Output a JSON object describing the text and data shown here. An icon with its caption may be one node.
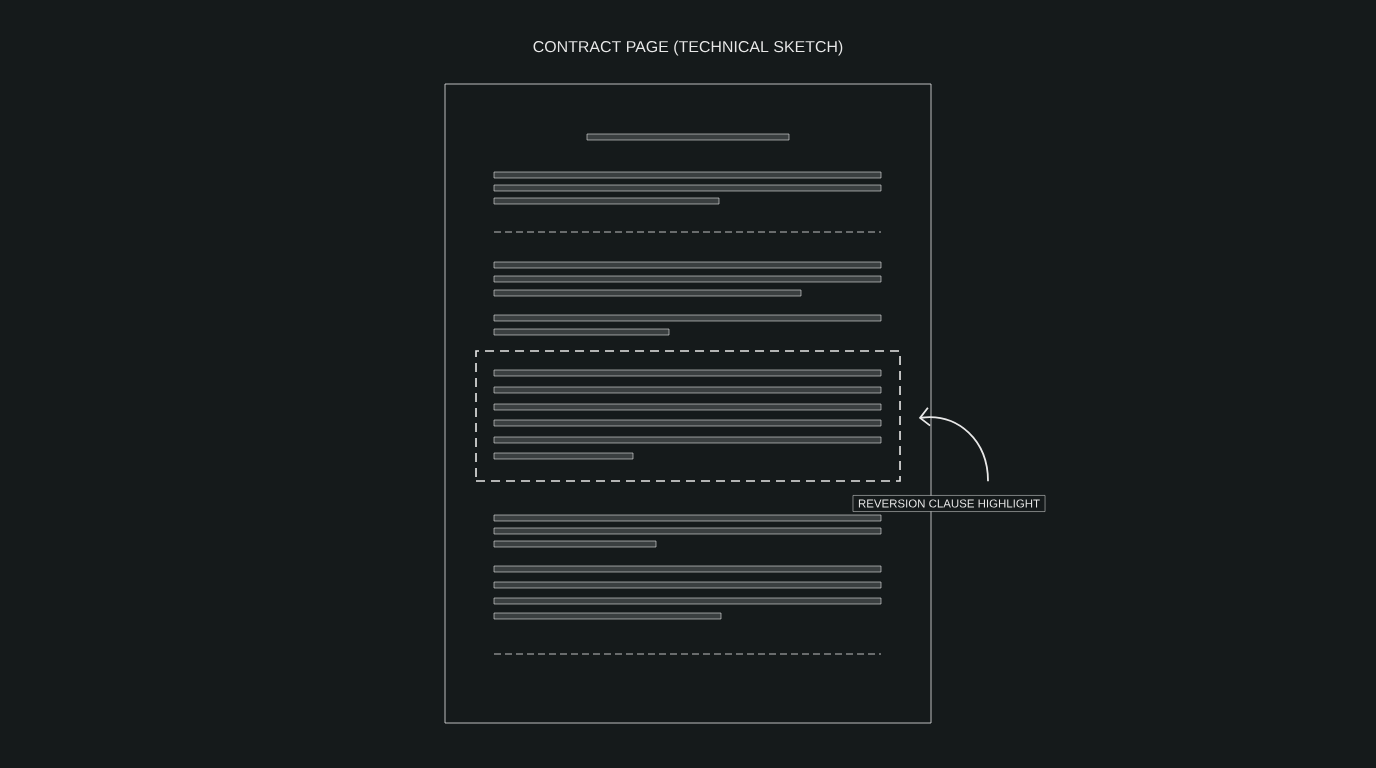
{
  "diagram": {
    "title": "CONTRACT PAGE (TECHNICAL SKETCH)",
    "nodes": [
      {
        "text": [
          "REVERSION CLAUSE HIGHLIGHT"
        ]
      },
      {
        "text": [],
        "shape": "box"
      }
    ],
    "edges": [
      {
        "from": 0,
        "to": 1,
        "arrow": "to"
      }
    ]
  }
}
